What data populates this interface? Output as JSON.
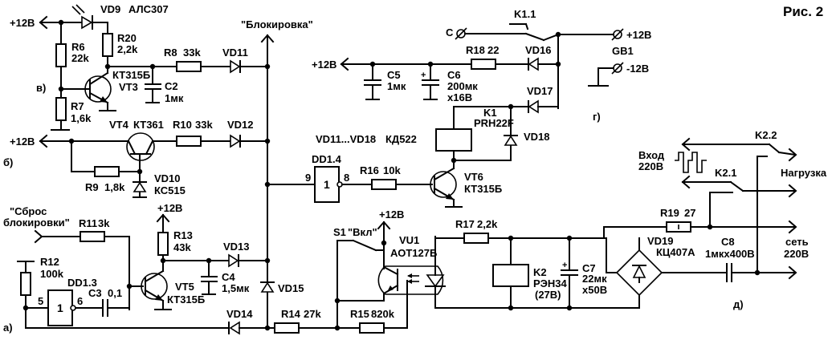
{
  "figure_title": "Рис. 2",
  "sections": {
    "a": "а)",
    "b": "б)",
    "v": "в)",
    "g": "г)",
    "d": "д)"
  },
  "nets": {
    "p12": "+12В",
    "m12": "-12В",
    "blocking": "\"Блокировка\"",
    "reset_1": "\"Сброс",
    "reset_2": "блокировки\"",
    "c_term": "С",
    "input_1": "Вход",
    "input_2": "220В",
    "load": "Нагрузка",
    "mains_1": "сеть",
    "mains_2": "220В",
    "diode_note_1": "VD11...VD18",
    "diode_note_2": "КД522"
  },
  "components": {
    "VD9": {
      "ref": "VD9",
      "value": "АЛС307"
    },
    "R6": {
      "ref": "R6",
      "value": "22k"
    },
    "R7": {
      "ref": "R7",
      "value": "1,6k"
    },
    "R20": {
      "ref": "R20",
      "value": "2,2k"
    },
    "VT3": {
      "ref": "VT3",
      "value": "КТ315Б"
    },
    "C2": {
      "ref": "C2",
      "value": "1мк"
    },
    "R8": {
      "ref": "R8",
      "value": "33k"
    },
    "VD11": {
      "ref": "VD11"
    },
    "VT4": {
      "ref": "VT4",
      "value": "КТ361"
    },
    "R10": {
      "ref": "R10",
      "value": "33k"
    },
    "VD12": {
      "ref": "VD12"
    },
    "R9": {
      "ref": "R9",
      "value": "1,8k"
    },
    "VD10": {
      "ref": "VD10",
      "value": "КС515"
    },
    "R11": {
      "ref": "R11",
      "value": "3k"
    },
    "R12": {
      "ref": "R12",
      "value": "100k"
    },
    "DD13": {
      "ref": "DD1.3",
      "pin_in": "5",
      "pin_out": "6",
      "symbol": "1"
    },
    "C3": {
      "ref": "C3",
      "value": "0,1"
    },
    "R13": {
      "ref": "R13",
      "value": "43k"
    },
    "VT5": {
      "ref": "VT5",
      "value": "КТ315Б"
    },
    "C4": {
      "ref": "C4",
      "value": "1,5мк"
    },
    "VD13": {
      "ref": "VD13"
    },
    "VD14": {
      "ref": "VD14"
    },
    "VD15": {
      "ref": "VD15"
    },
    "R14": {
      "ref": "R14",
      "value": "27k"
    },
    "R15": {
      "ref": "R15",
      "value": "820k"
    },
    "DD14": {
      "ref": "DD1.4",
      "pin_in": "9",
      "pin_out": "8",
      "symbol": "1"
    },
    "R16": {
      "ref": "R16",
      "value": "10k"
    },
    "VT6": {
      "ref": "VT6",
      "value": "КТ315Б"
    },
    "K1": {
      "ref": "K1",
      "value": "PRH22F"
    },
    "VD18": {
      "ref": "VD18"
    },
    "C5": {
      "ref": "C5",
      "value": "1мк"
    },
    "C6": {
      "ref": "C6",
      "value": "200мк",
      "value2": "х16В"
    },
    "R18": {
      "ref": "R18",
      "value": "22"
    },
    "VD16": {
      "ref": "VD16"
    },
    "VD17": {
      "ref": "VD17"
    },
    "K11": {
      "ref": "K1.1"
    },
    "GB1": {
      "ref": "GB1"
    },
    "S1": {
      "ref": "S1",
      "value": "\"Вкл\""
    },
    "VU1": {
      "ref": "VU1",
      "value": "АОТ127Б"
    },
    "R17": {
      "ref": "R17",
      "value": "2,2k"
    },
    "K2": {
      "ref": "K2",
      "value": "РЭН34",
      "value2": "(27В)"
    },
    "C7": {
      "ref": "C7",
      "value": "22мк",
      "value2": "х50В"
    },
    "VD19": {
      "ref": "VD19",
      "value": "КЦ407А"
    },
    "R19": {
      "ref": "R19",
      "value": "27"
    },
    "C8": {
      "ref": "C8",
      "value": "1мкх400В"
    },
    "K21": {
      "ref": "K2.1"
    },
    "K22": {
      "ref": "K2.2"
    }
  }
}
